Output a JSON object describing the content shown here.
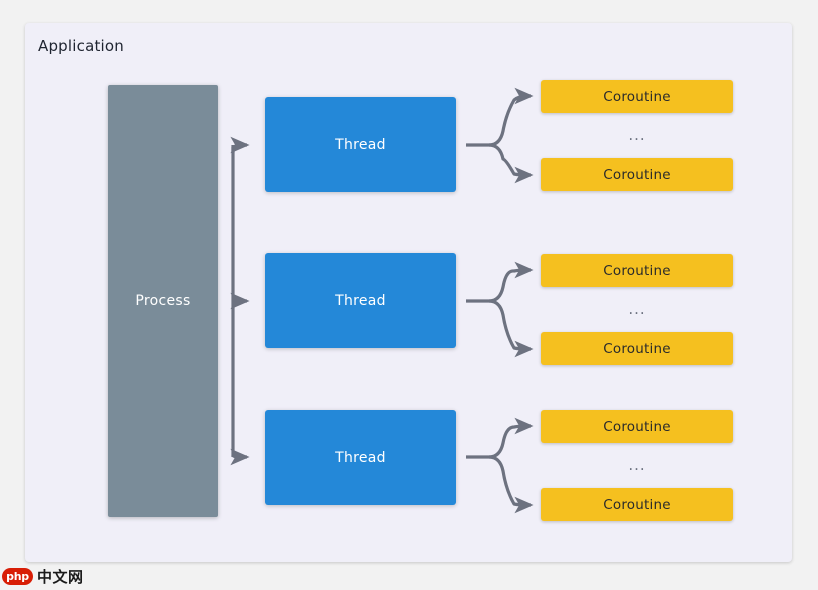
{
  "diagram": {
    "container_label": "Application",
    "process": {
      "label": "Process"
    },
    "groups": [
      {
        "thread_label": "Thread",
        "coroutine_top_label": "Coroutine",
        "ellipsis": "...",
        "coroutine_bottom_label": "Coroutine"
      },
      {
        "thread_label": "Thread",
        "coroutine_top_label": "Coroutine",
        "ellipsis": "...",
        "coroutine_bottom_label": "Coroutine"
      },
      {
        "thread_label": "Thread",
        "coroutine_top_label": "Coroutine",
        "ellipsis": "...",
        "coroutine_bottom_label": "Coroutine"
      }
    ]
  },
  "watermark": {
    "logo_text": "php",
    "site_text": "中文网"
  },
  "colors": {
    "page_background": "#f2f2f2",
    "container_background": "#f0eff8",
    "process_fill": "#7a8c99",
    "thread_fill": "#2488d8",
    "coroutine_fill": "#f5c01f",
    "connector_stroke": "#6d7280",
    "title_text": "#1f2430",
    "watermark_logo": "#d81e06"
  }
}
